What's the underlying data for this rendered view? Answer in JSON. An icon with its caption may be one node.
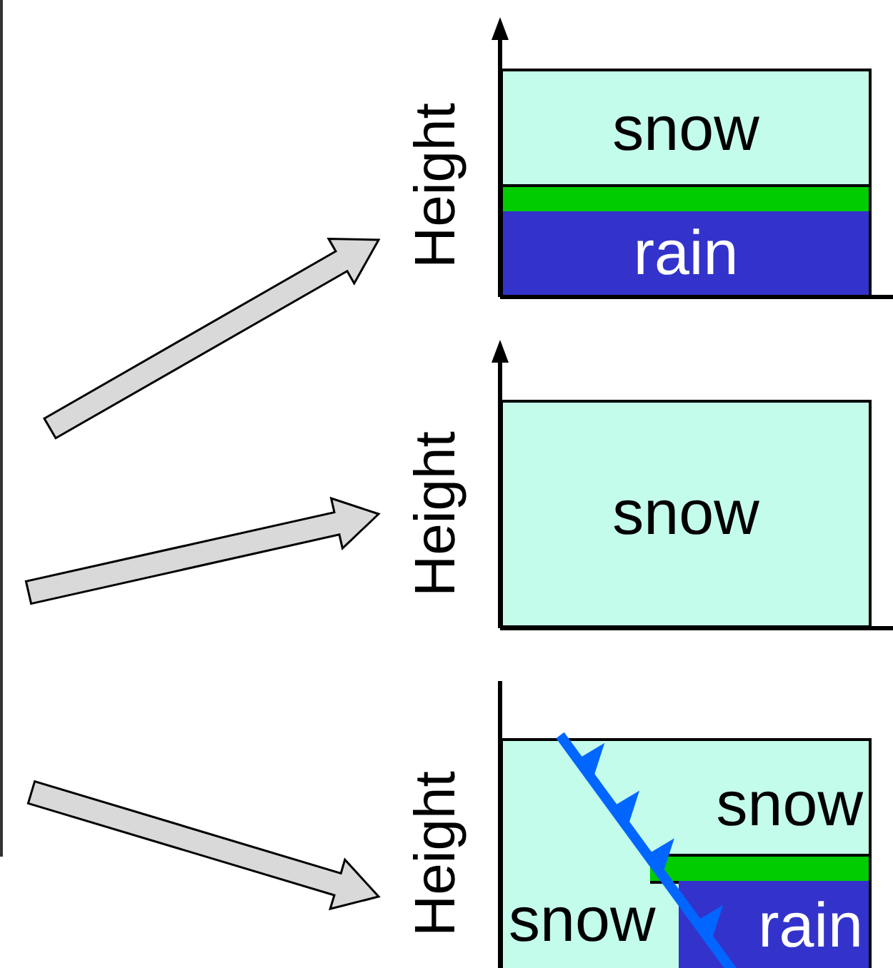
{
  "diagram": {
    "nodes": [
      {
        "text": [
          "Height"
        ]
      },
      {
        "text": [
          "snow"
        ],
        "in": 0
      },
      {
        "text": [],
        "shape": "bar",
        "in": 0
      },
      {
        "text": [
          "rain"
        ],
        "in": 0
      },
      {
        "text": [
          "Height"
        ]
      },
      {
        "text": [
          "snow"
        ],
        "in": 4
      },
      {
        "text": [
          "Height"
        ]
      },
      {
        "text": [
          "snow"
        ],
        "in": 6
      },
      {
        "text": [],
        "shape": "bar",
        "in": 6
      },
      {
        "text": [
          "rain"
        ],
        "in": 6
      },
      {
        "text": [
          "snow"
        ],
        "in": 6
      }
    ],
    "edges": [
      {
        "from": null,
        "to": 0,
        "arrow": "to"
      },
      {
        "from": null,
        "to": 4,
        "arrow": "to"
      },
      {
        "from": null,
        "to": 6,
        "arrow": "to"
      }
    ]
  }
}
